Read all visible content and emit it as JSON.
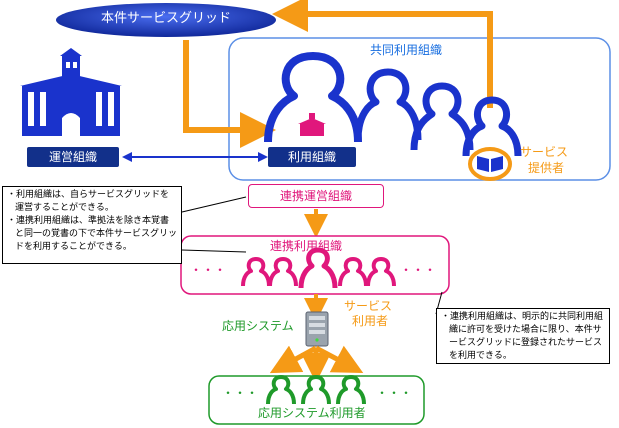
{
  "top_ellipse": {
    "label": "本件サービスグリッド"
  },
  "shared_group": {
    "title": "共同利用組織"
  },
  "operating_org": {
    "label": "運営組織"
  },
  "user_org": {
    "label": "利用組織"
  },
  "provider": {
    "line1": "サービス",
    "line2": "提供者"
  },
  "coop_operating": {
    "label": "連携運営組織"
  },
  "coop_user": {
    "label": "連携利用組織",
    "dots": "・・・"
  },
  "app_system": {
    "label": "応用システム"
  },
  "service_user": {
    "line1": "サービス",
    "line2": "利用者"
  },
  "app_users": {
    "label": "応用システム利用者",
    "dots": "・・・"
  },
  "note_left": {
    "bullet": "・",
    "lines": [
      "利用組織は、自らサービスグリッドを運営することができる。",
      "連携利用組織は、準拠法を除き本覚書と同一の覚書の下で本件サービスグリッドを利用することができる。"
    ]
  },
  "note_right": {
    "bullet": "・",
    "lines": [
      "連携利用組織は、明示的に共同利用組織に許可を受けた場合に限り、本件サービスグリッドに登録されたサービスを利用できる。"
    ]
  },
  "colors": {
    "blue": "#1a33cc",
    "navy": "#12308a",
    "orange": "#f59a16",
    "pink": "#e0177c",
    "green": "#1f9a2a",
    "frame_blue": "#5b8fe6"
  }
}
